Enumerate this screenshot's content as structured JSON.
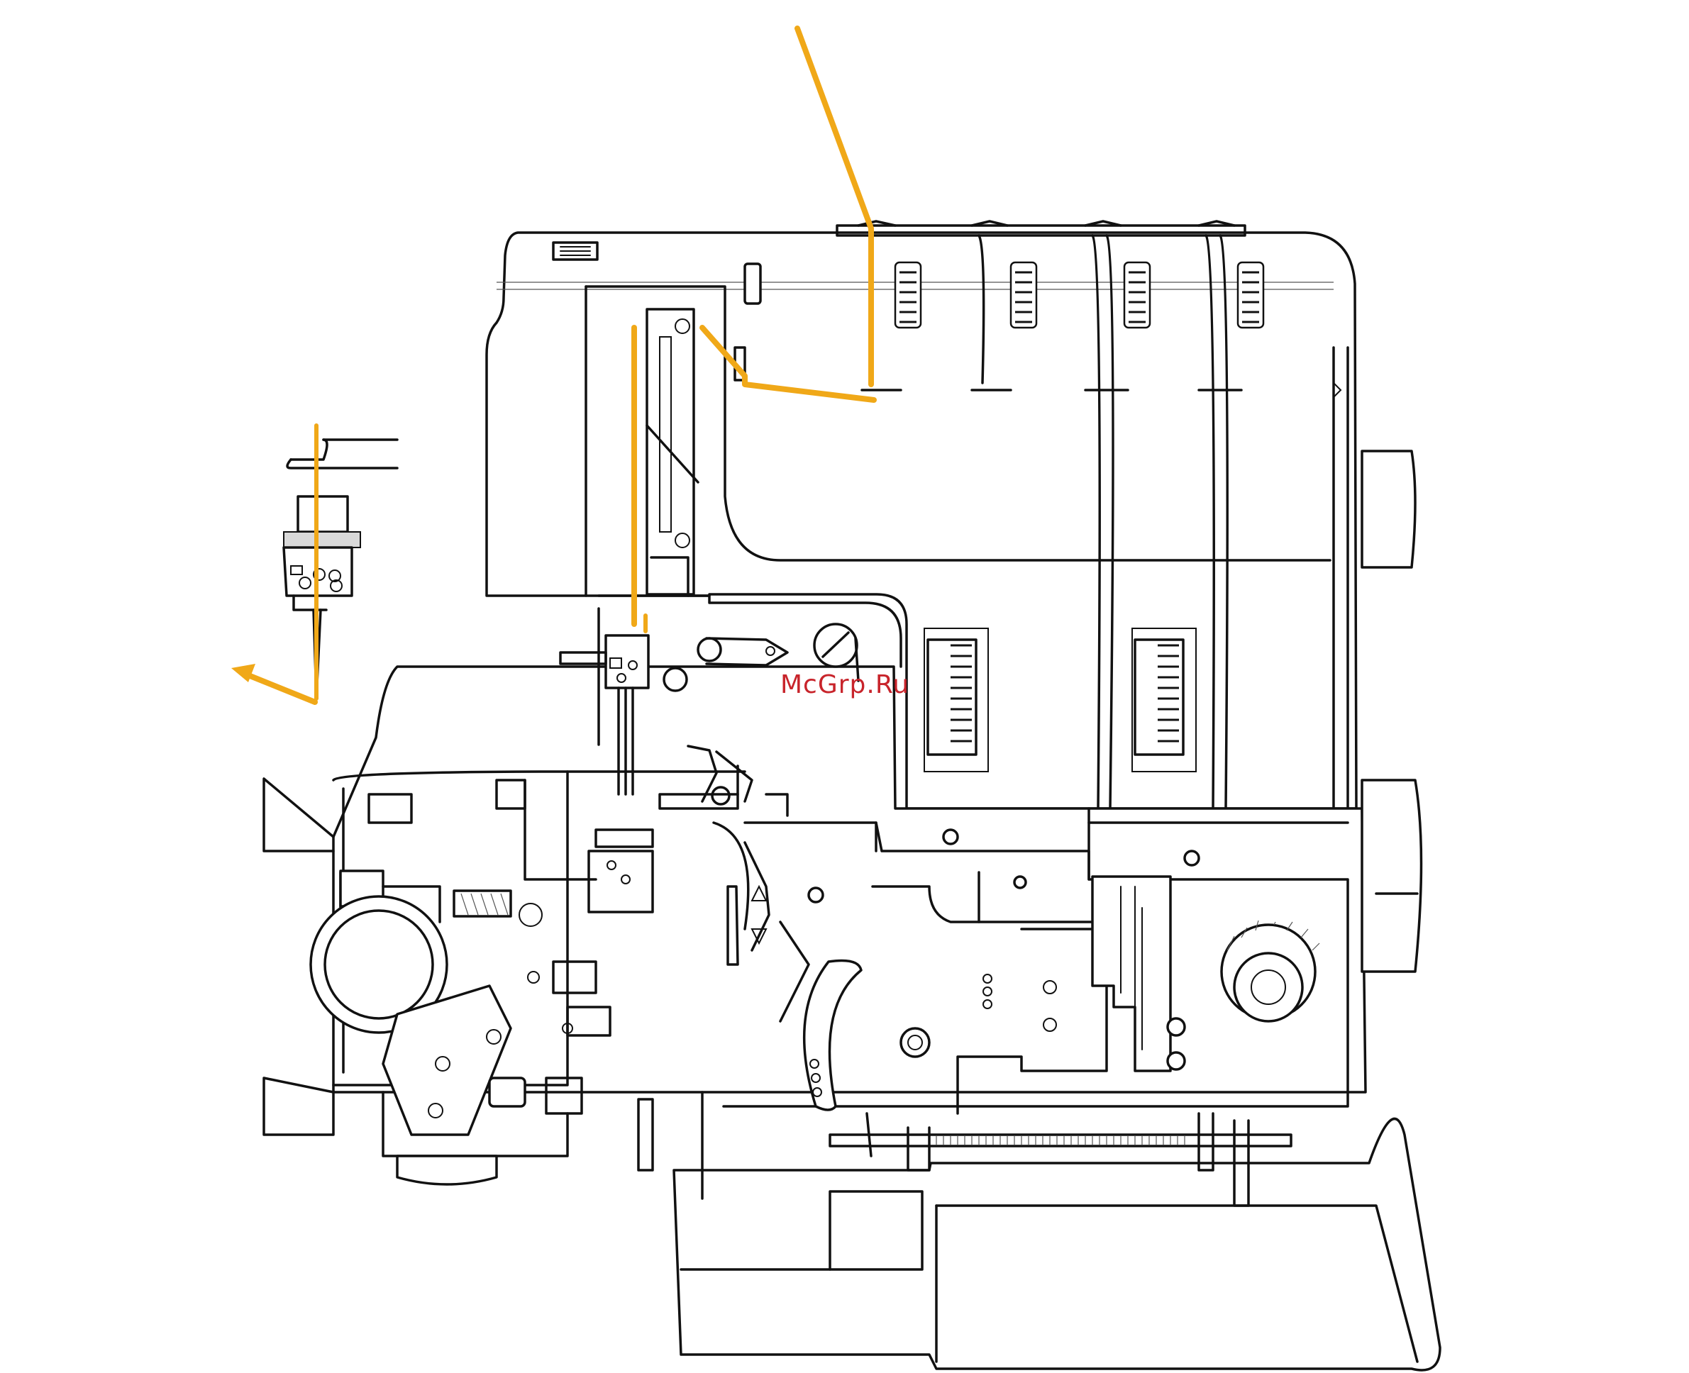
{
  "watermark": {
    "text": "McGrp.Ru",
    "color": "#c8242b"
  },
  "colors": {
    "thread": "#f0a818",
    "outline": "#111111",
    "background": "#ffffff"
  },
  "icons": [
    "serger-machine-outline",
    "upper-thread-path",
    "needle-detail-inset",
    "thread-arrow",
    "handwheel",
    "tension-dials"
  ]
}
